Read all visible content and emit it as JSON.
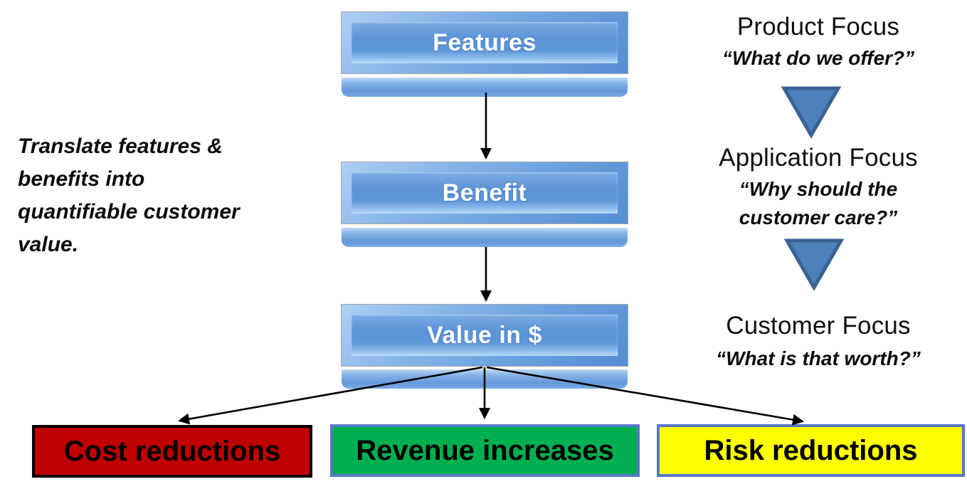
{
  "diagram": {
    "left_note": "Translate features &\nbenefits into\nquantifiable customer\nvalue.",
    "flow_boxes": [
      {
        "label": "Features"
      },
      {
        "label": "Benefit"
      },
      {
        "label": "Value in $"
      }
    ],
    "outcome_boxes": [
      {
        "label": "Cost reductions",
        "fill": "#C00000",
        "border": "#000000"
      },
      {
        "label": "Revenue increases",
        "fill": "#00B050",
        "border": "#5578C8"
      },
      {
        "label": "Risk reductions",
        "fill": "#FFFF00",
        "border": "#5578C8"
      }
    ],
    "focus_steps": [
      {
        "title": "Product Focus",
        "quote": "“What do we offer?”"
      },
      {
        "title": "Application Focus",
        "quote": "“Why should the\ncustomer care?”"
      },
      {
        "title": "Customer Focus",
        "quote": "“What is that worth?”"
      }
    ],
    "colors": {
      "background": "#FFFFFF",
      "flow_box_fill": "#5B93D8",
      "flow_box_bevel_light": "#AECFF2",
      "flow_box_text": "#FFFFFF",
      "arrow": "#000000",
      "triangle_fill": "#4E80BC",
      "triangle_border": "#3A6394"
    }
  }
}
